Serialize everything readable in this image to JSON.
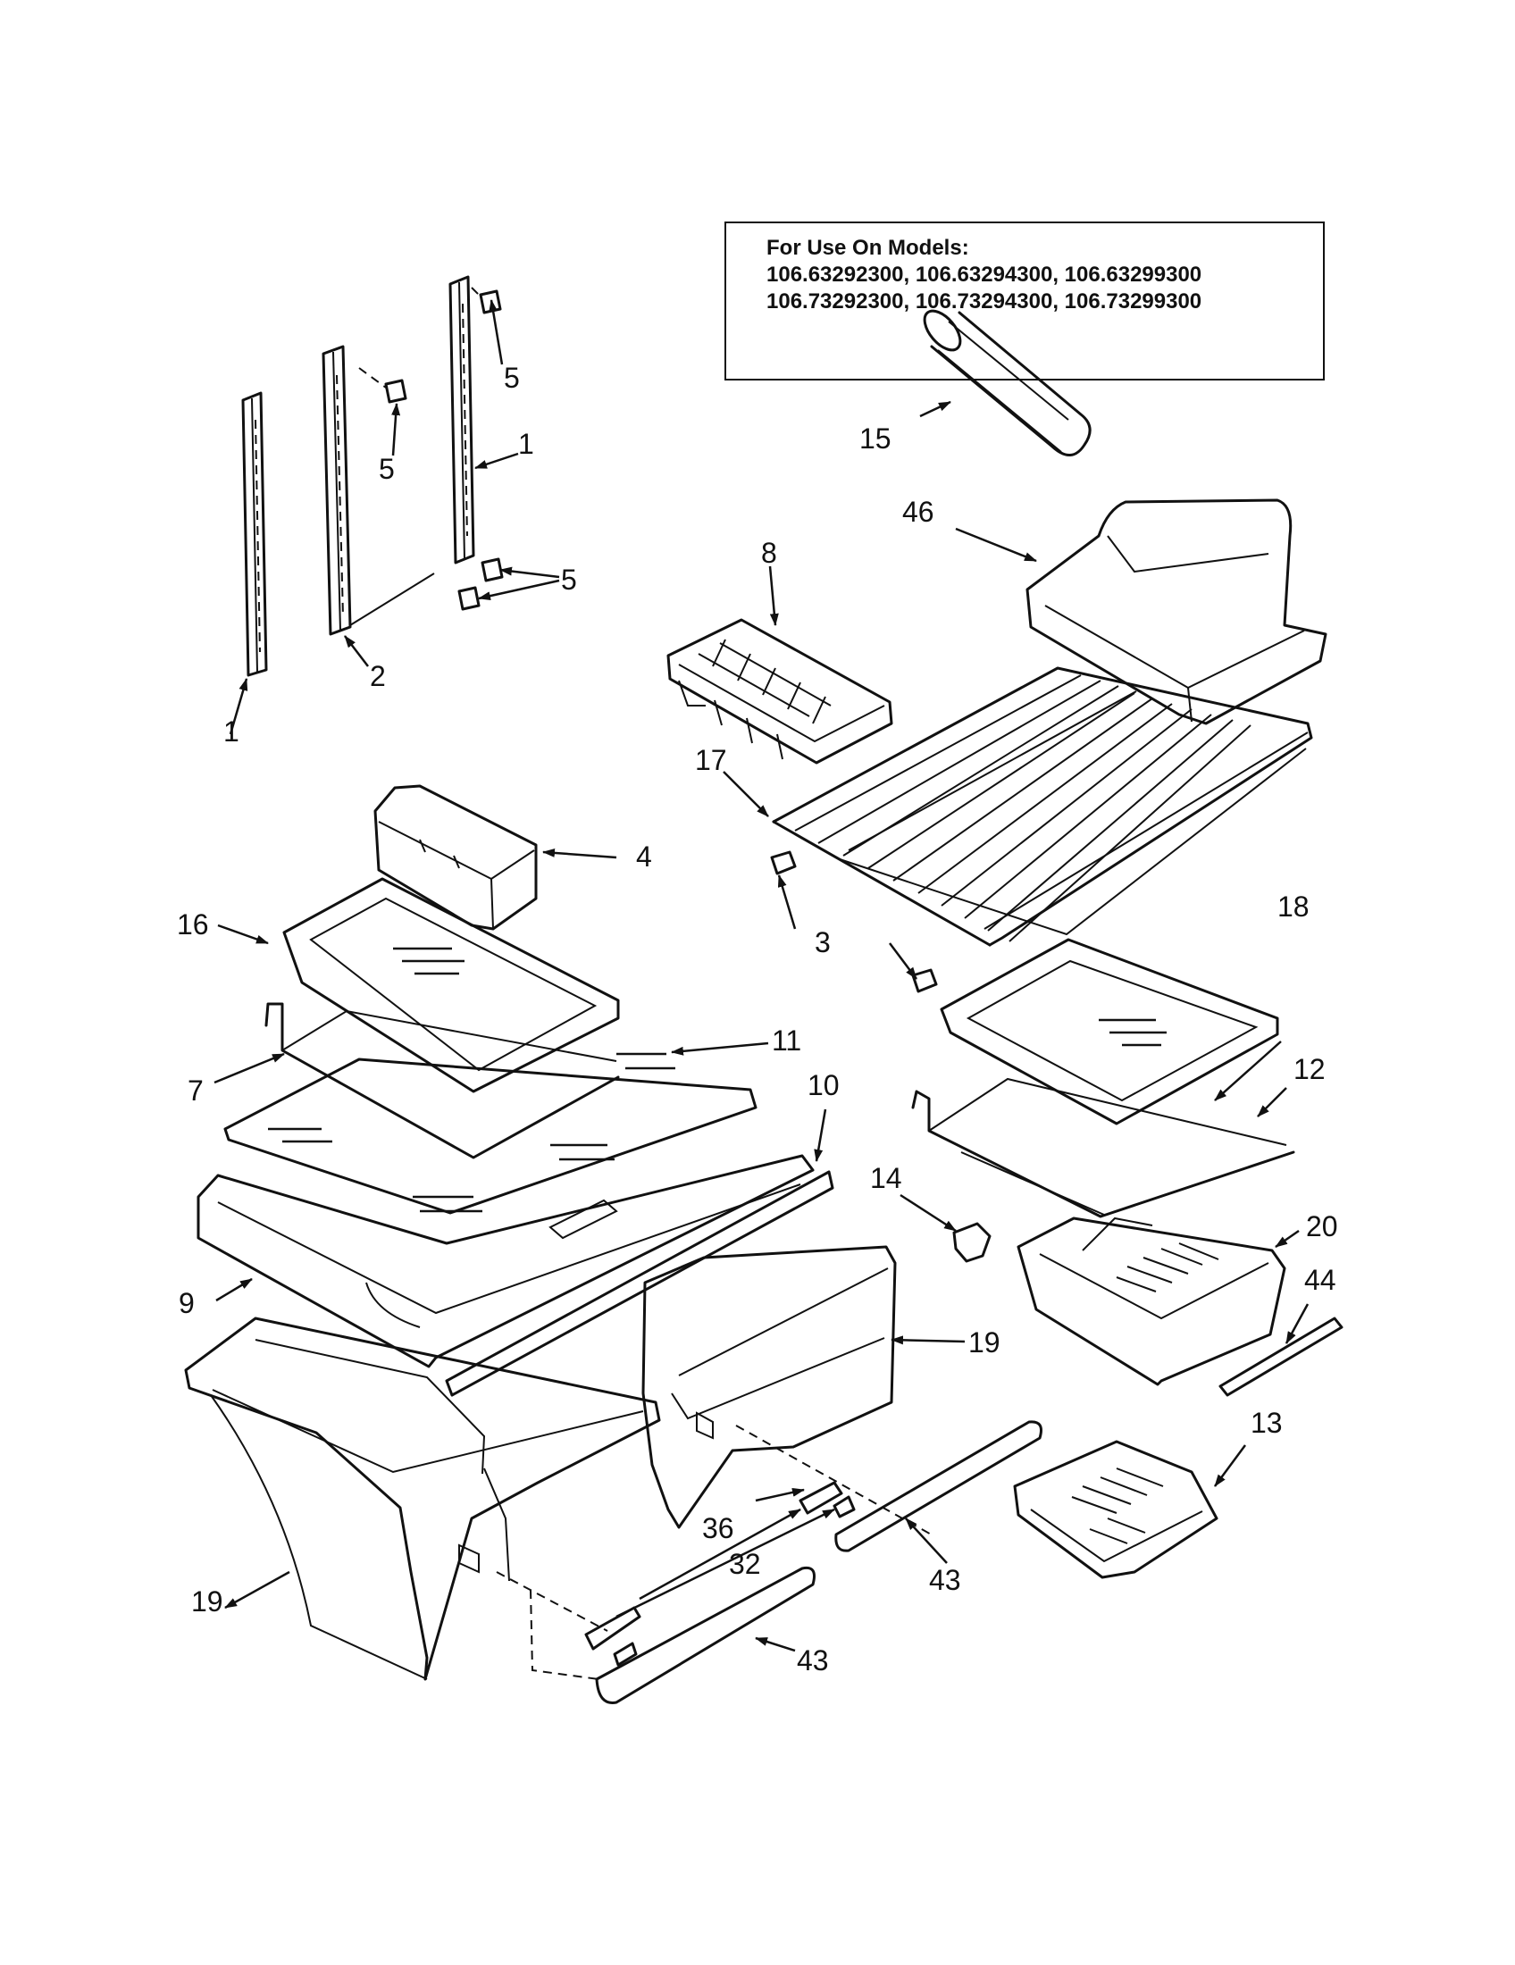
{
  "models_box": {
    "heading": "For Use On Models:",
    "line1": "106.63292300, 106.63294300, 106.63299300",
    "line2": "106.73292300, 106.73294300, 106.73299300"
  },
  "callouts": {
    "c1a": "1",
    "c1b": "1",
    "c2": "2",
    "c3": "3",
    "c4": "4",
    "c5a": "5",
    "c5b": "5",
    "c5c": "5",
    "c7": "7",
    "c8": "8",
    "c9": "9",
    "c10": "10",
    "c11": "11",
    "c12": "12",
    "c13": "13",
    "c14": "14",
    "c15": "15",
    "c16": "16",
    "c17": "17",
    "c18": "18",
    "c19a": "19",
    "c19b": "19",
    "c20": "20",
    "c32": "32",
    "c36": "36",
    "c43a": "43",
    "c43b": "43",
    "c44": "44",
    "c46": "46"
  }
}
